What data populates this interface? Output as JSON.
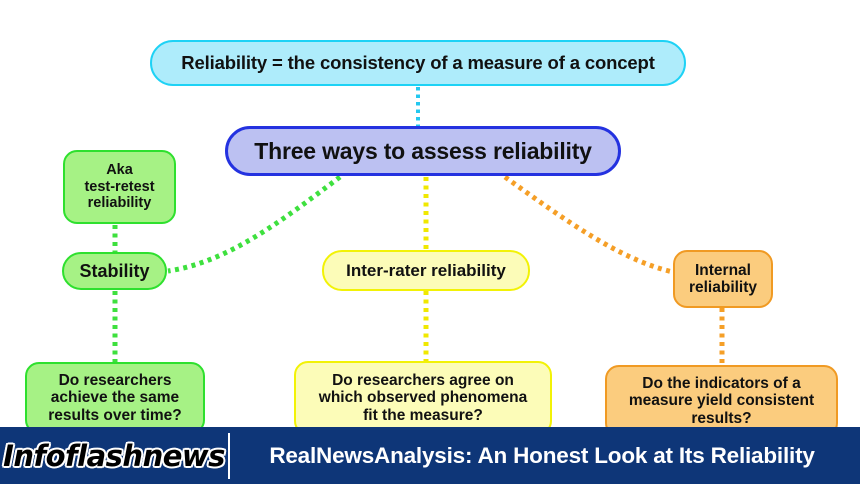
{
  "mindmap": {
    "definition_node": {
      "text": "Reliability = the consistency of a measure of a concept",
      "fill": "#aeecfb",
      "border": "#1ed2f5"
    },
    "central_node": {
      "text": "Three ways to assess reliability",
      "fill": "#bcc1f2",
      "border": "#2432e0"
    },
    "branches": [
      {
        "name": "stability",
        "color": "#2ee02e",
        "fill": "#a6f285",
        "label": "Stability",
        "aka": "Aka\ntest-retest\nreliability",
        "question": "Do researchers\nachieve the same\nresults over time?"
      },
      {
        "name": "inter-rater",
        "color": "#f2f206",
        "fill": "#fcfcb8",
        "label": "Inter-rater reliability",
        "question": "Do researchers agree on\nwhich observed phenomena\nfit the measure?"
      },
      {
        "name": "internal",
        "color": "#f09a23",
        "fill": "#fbcc7e",
        "label": "Internal\nreliability",
        "question": "Do the indicators of a\nmeasure yield consistent\nresults?"
      }
    ]
  },
  "banner": {
    "logo": "Infoflashnews",
    "headline": "RealNewsAnalysis: An Honest Look at Its Reliability",
    "background": "#0e3678"
  }
}
